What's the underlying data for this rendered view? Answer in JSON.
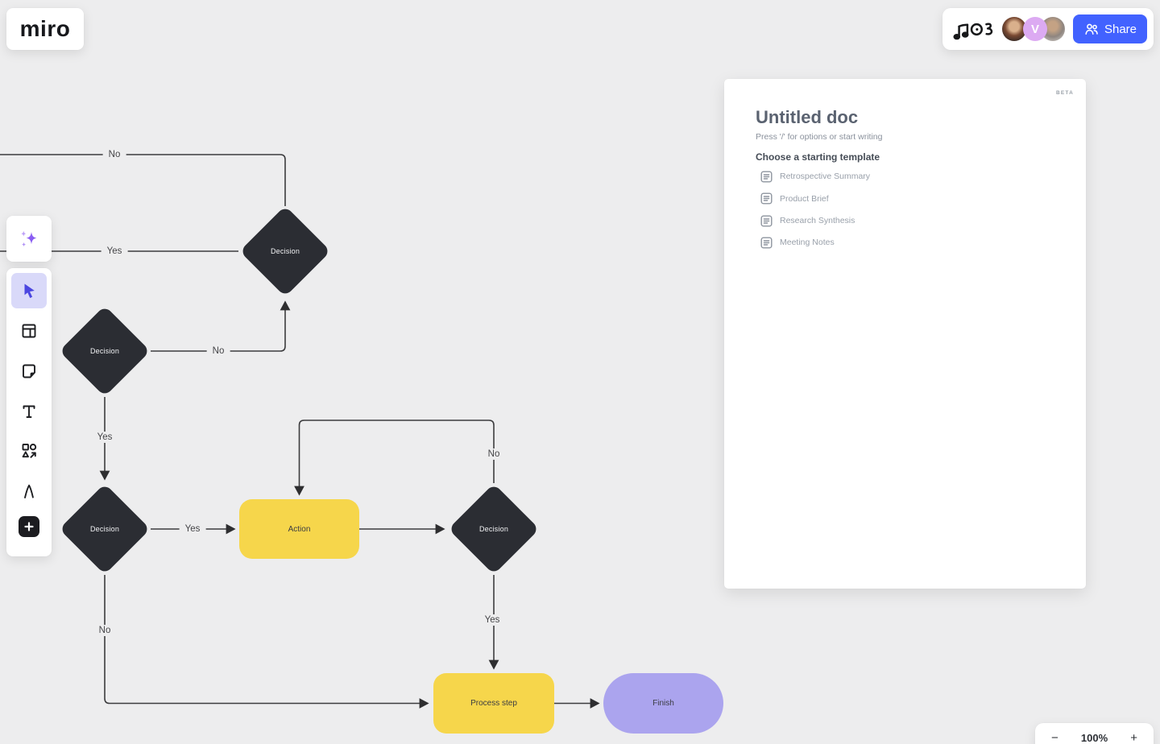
{
  "app": {
    "logo_text": "miro"
  },
  "topbar": {
    "doodle_icon": "music-notes-doodle",
    "collaborators": [
      {
        "name": "photo-avatar-1",
        "initial": ""
      },
      {
        "name": "letter-avatar",
        "initial": "V"
      },
      {
        "name": "photo-avatar-2",
        "initial": ""
      }
    ],
    "share_button_label": "Share"
  },
  "toolbar": {
    "tools": [
      {
        "name": "ai-assist",
        "icon": "sparkles-icon"
      },
      {
        "name": "select",
        "icon": "cursor-icon",
        "active": true
      },
      {
        "name": "templates",
        "icon": "layout-icon"
      },
      {
        "name": "sticky-note",
        "icon": "sticky-note-icon"
      },
      {
        "name": "text",
        "icon": "text-icon"
      },
      {
        "name": "shapes",
        "icon": "shapes-icon"
      },
      {
        "name": "pen",
        "icon": "pen-icon"
      },
      {
        "name": "add-more",
        "icon": "plus-icon"
      }
    ]
  },
  "doc_panel": {
    "beta_badge": "BETA",
    "title": "Untitled doc",
    "hint": "Press '/' for options or start writing",
    "templates_heading": "Choose a starting template",
    "templates": [
      {
        "label": "Retrospective Summary"
      },
      {
        "label": "Product Brief"
      },
      {
        "label": "Research Synthesis"
      },
      {
        "label": "Meeting Notes"
      }
    ]
  },
  "zoom_controls": {
    "minus_label": "−",
    "zoom_level": "100%",
    "plus_label": "+"
  },
  "flowchart": {
    "nodes": [
      {
        "id": "decision-top",
        "type": "decision",
        "label": "Decision"
      },
      {
        "id": "decision-mid",
        "type": "decision",
        "label": "Decision"
      },
      {
        "id": "decision-lower-left",
        "type": "decision",
        "label": "Decision"
      },
      {
        "id": "decision-right",
        "type": "decision",
        "label": "Decision"
      },
      {
        "id": "action",
        "type": "process",
        "label": "Action"
      },
      {
        "id": "process-step",
        "type": "process",
        "label": "Process step"
      },
      {
        "id": "finish",
        "type": "terminator",
        "label": "Finish"
      }
    ],
    "edge_labels": [
      {
        "text": "No"
      },
      {
        "text": "Yes"
      },
      {
        "text": "No"
      },
      {
        "text": "Yes"
      },
      {
        "text": "Yes"
      },
      {
        "text": "No"
      },
      {
        "text": "Yes"
      },
      {
        "text": "No"
      }
    ]
  },
  "colors": {
    "canvas_bg": "#ededee",
    "brand_blue": "#4262ff",
    "decision_fill": "#2b2d33",
    "process_yellow": "#f6d64b",
    "terminator_purple": "#aba4ee",
    "connector": "#3c3c3e",
    "active_tool_bg": "#d9d9f9",
    "active_tool_icon": "#4b46e0"
  }
}
